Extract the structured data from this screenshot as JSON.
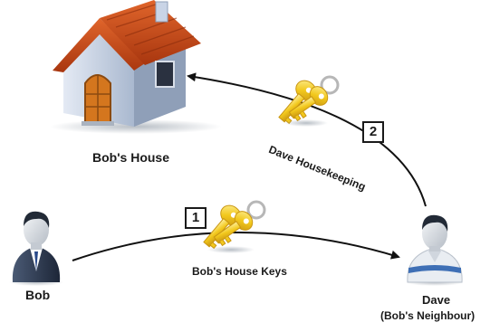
{
  "diagram": {
    "house": {
      "label": "Bob's House",
      "icon": "house-icon"
    },
    "bob": {
      "label": "Bob",
      "icon": "person-icon"
    },
    "dave": {
      "label": "Dave",
      "sublabel": "(Bob's Neighbour)",
      "icon": "person-icon"
    },
    "steps": [
      {
        "number": "1",
        "label": "Bob's House Keys",
        "from": "Bob",
        "to": "Dave"
      },
      {
        "number": "2",
        "label": "Dave Housekeeping",
        "from": "Dave",
        "to": "Bob's House"
      }
    ],
    "colors": {
      "roof": "#c94a1a",
      "wall": "#c9d4e6",
      "door": "#d4761e",
      "key": "#f2c81d",
      "suit": "#2c3b52",
      "dave_shirt": "#e9edf2",
      "dave_stripe": "#3e6fb5",
      "arrow": "#111111"
    }
  }
}
